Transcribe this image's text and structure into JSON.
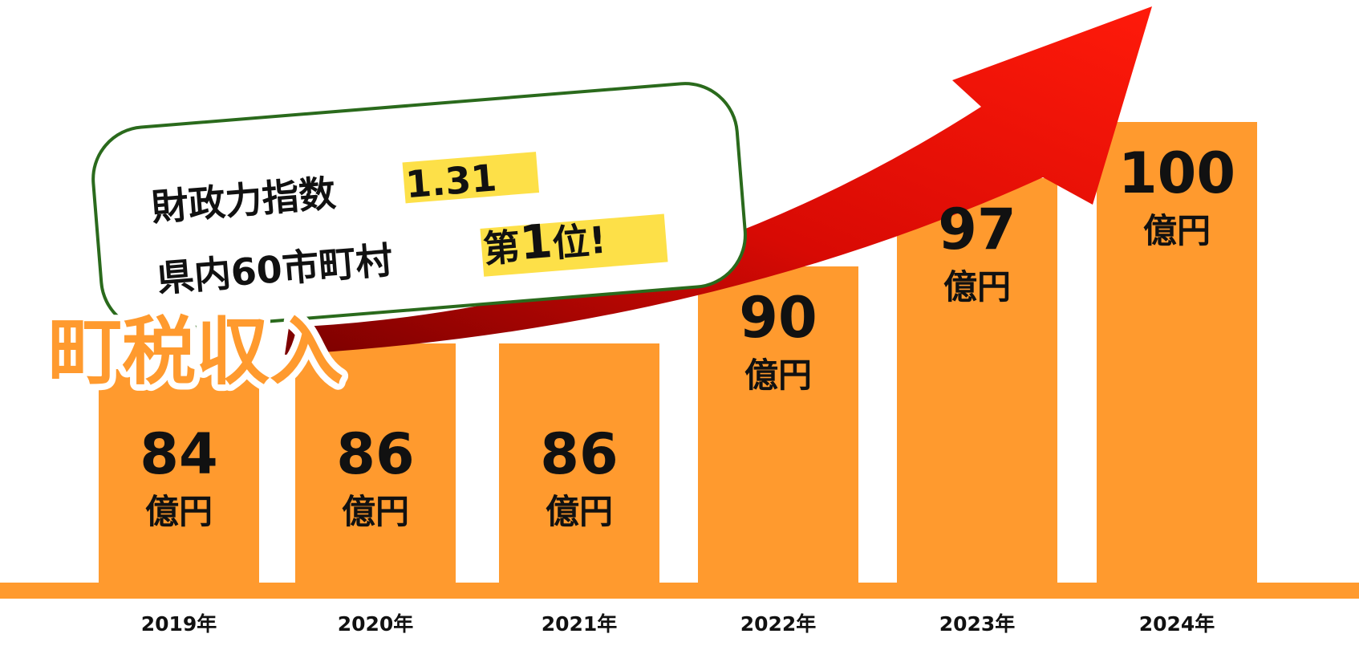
{
  "chart_data": {
    "type": "bar",
    "title": "町税収入",
    "categories": [
      "2019年",
      "2020年",
      "2021年",
      "2022年",
      "2023年",
      "2024年"
    ],
    "values": [
      84,
      86,
      86,
      90,
      97,
      100
    ],
    "unit": "億円",
    "ylim": [
      0,
      100
    ],
    "grid": false,
    "colors": {
      "bar": "#ff9a2e",
      "arrow": "#ff1a0a",
      "arrow_dark": "#8a0000",
      "highlight": "#fde048",
      "callout_border": "#2a6a1c"
    }
  },
  "callout": {
    "line1_text": "財政力指数",
    "line1_value": "1.31",
    "line2_text": "県内60市町村",
    "line2_rank_prefix": "第",
    "line2_rank_number": "1",
    "line2_rank_suffix": "位!"
  }
}
